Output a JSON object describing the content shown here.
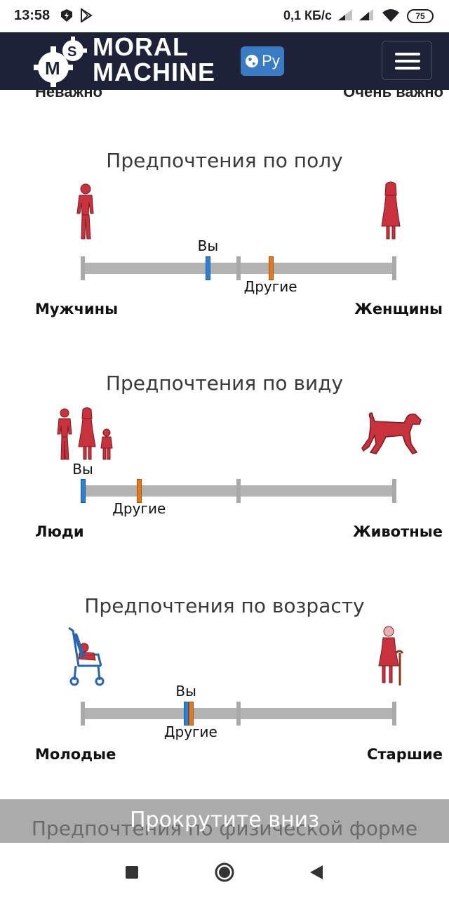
{
  "status_bar": {
    "time": "13:58",
    "network_speed": "0,1 КБ/с",
    "battery": "75"
  },
  "header": {
    "logo_line1": "MORAL",
    "logo_line2": "MACHINE",
    "language": "Ру"
  },
  "clipped_row": {
    "left": "Неважно",
    "right": "Очень важно"
  },
  "sections": [
    {
      "title": "Предпочтения по полу",
      "left_label": "Мужчины",
      "right_label": "Женщины",
      "you_label": "Вы",
      "others_label": "Другие",
      "you_value": 0.4,
      "others_value": 0.6
    },
    {
      "title": "Предпочтения по виду",
      "left_label": "Люди",
      "right_label": "Животные",
      "you_label": "Вы",
      "others_label": "Другие",
      "you_value": 0.0,
      "others_value": 0.18
    },
    {
      "title": "Предпочтения по возрасту",
      "left_label": "Молодые",
      "right_label": "Старшие",
      "you_label": "Вы",
      "others_label": "Другие",
      "you_value": 0.33,
      "others_value": 0.345
    }
  ],
  "scroll_banner": {
    "label": "Прокрутите вниз",
    "underlying_title": "Предпочтения по физической форме"
  },
  "colors": {
    "header_bg": "#1d2238",
    "lang_button": "#3a7cc4",
    "you_marker": "#2f7fd0",
    "others_marker": "#e07a22",
    "figure_red": "#c8323c",
    "stroller_blue": "#2a66b0"
  }
}
